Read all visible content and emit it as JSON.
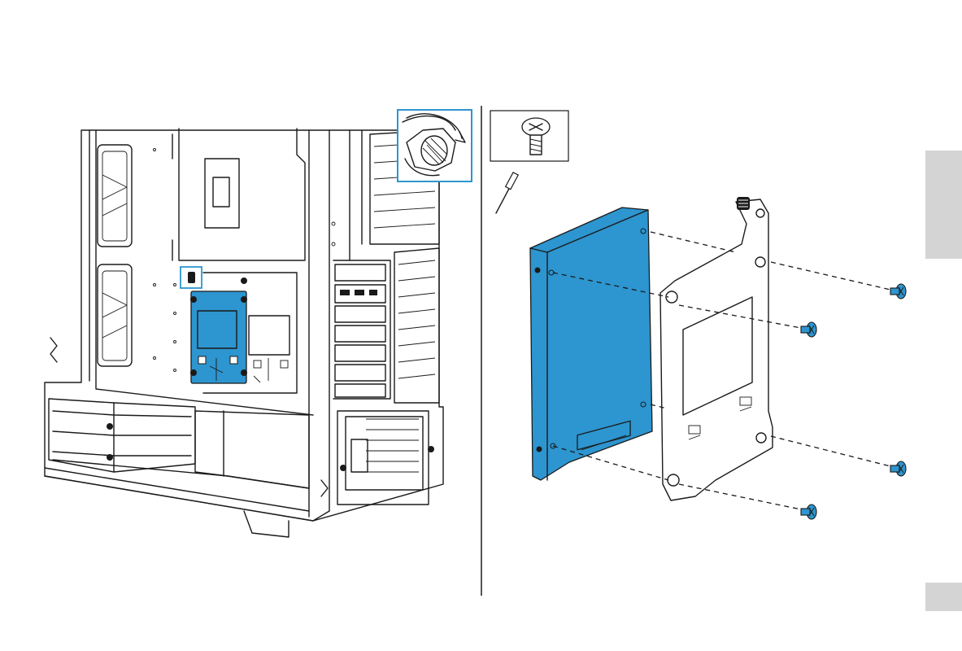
{
  "illustration": {
    "left_panel": "case-rear-view-ssd-bracket-removal",
    "inset": "thumbscrew-loosen-detail",
    "right_panel": "ssd-mounting-on-bracket",
    "parts_box_icon": "screw-icon",
    "tool_icon": "screwdriver-icon",
    "screw_count": 4
  },
  "colors": {
    "highlight": "#2d95cf",
    "line": "#1a1a1a",
    "side_tab": "#d4d4d4",
    "background": "#ffffff"
  }
}
